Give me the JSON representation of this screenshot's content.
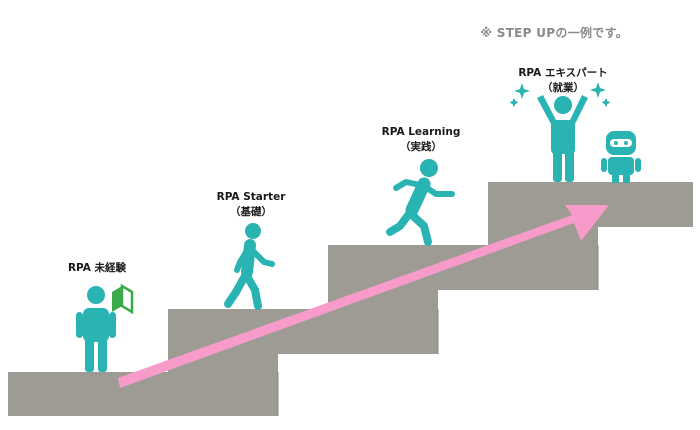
{
  "note": "※ STEP UPの一例です。",
  "steps": [
    {
      "id": "beginner",
      "title": "RPA 未経験",
      "subtitle": ""
    },
    {
      "id": "starter",
      "title": "RPA Starter",
      "subtitle": "（基礎）"
    },
    {
      "id": "learning",
      "title": "RPA Learning",
      "subtitle": "（実践）"
    },
    {
      "id": "expert",
      "title": "RPA エキスパート",
      "subtitle": "（就業）"
    }
  ],
  "colors": {
    "stair_face": "#9e9b95",
    "stair_back": "#7d7a74",
    "figure": "#2ab3b3",
    "arrow": "#f79bcb",
    "sparkle": "#2ab3b3",
    "leaf_green": "#3aaa4a"
  },
  "icons": [
    "beginner-mark-icon",
    "robot-icon",
    "sparkle-icon"
  ]
}
